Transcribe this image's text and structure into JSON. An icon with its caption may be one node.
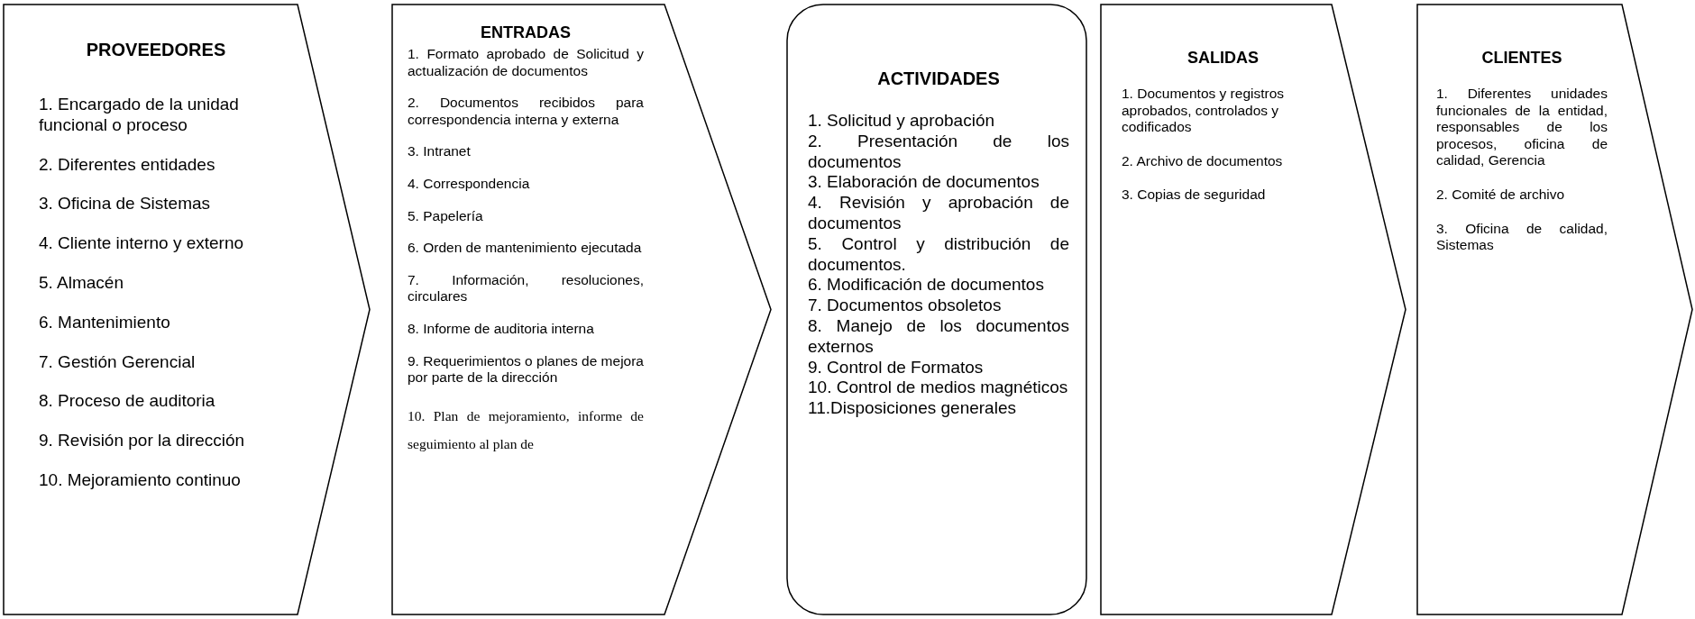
{
  "diagram": {
    "nodes": [
      {
        "text": [
          "PROVEEDORES",
          "1. Encargado de la unidad funcional o proceso",
          "2. Diferentes entidades",
          "3. Oficina de Sistemas",
          "4. Cliente interno y externo",
          "5. Almacén",
          "6. Mantenimiento",
          "7. Gestión Gerencial",
          "8. Proceso de auditoria",
          "9. Revisión por la dirección",
          "10. Mejoramiento continuo"
        ]
      },
      {
        "text": [
          "ENTRADAS",
          "1. Formato aprobado de Solicitud y actualización de documentos",
          "2. Documentos recibidos para correspondencia interna y externa",
          "3. Intranet",
          "4. Correspondencia",
          "5. Papelería",
          "6. Orden de mantenimiento ejecutada",
          "7. Información, resoluciones, circulares",
          "8. Informe de auditoria interna",
          "9. Requerimientos o planes de mejora  por parte de la dirección",
          "10. Plan de mejoramiento, informe de seguimiento al plan de"
        ]
      },
      {
        "text": [
          "ACTIVIDADES",
          "1. Solicitud y aprobación",
          "2. Presentación de los documentos",
          "3. Elaboración de documentos",
          "4. Revisión y aprobación de documentos",
          "5. Control y distribución de documentos.",
          "6. Modificación de documentos",
          "7. Documentos obsoletos",
          "8. Manejo de los documentos externos",
          "9. Control de Formatos",
          "10. Control de medios magnéticos",
          "11.Disposiciones generales"
        ]
      },
      {
        "text": [
          "SALIDAS",
          "1. Documentos y registros aprobados, controlados y codificados",
          "2. Archivo de documentos",
          "3. Copias de seguridad"
        ]
      },
      {
        "text": [
          "CLIENTES",
          "1. Diferentes unidades funcionales de la entidad, responsables de los procesos, oficina de calidad, Gerencia",
          "2. Comité de archivo",
          "3. Oficina de calidad, Sistemas"
        ]
      }
    ]
  }
}
